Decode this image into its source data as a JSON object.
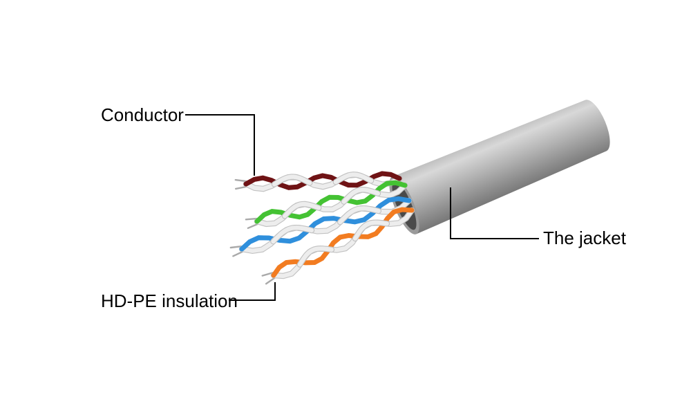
{
  "labels": {
    "conductor": "Conductor",
    "insulation": "HD-PE insulation",
    "jacket": "The jacket"
  },
  "colors": {
    "background": "#ffffff",
    "leader_line": "#000000",
    "jacket_top_edge": "#bdbdbd",
    "jacket_light": "#d8d8d8",
    "jacket_mid": "#b2b2b2",
    "jacket_dark": "#8a8a8a",
    "jacket_bottom": "#757575",
    "cut_face": "#9a9a9a",
    "opening": "#4a4a4a",
    "wire_white": "#ededed",
    "wire_white_edge": "#c2c2c2",
    "bare_tip": "#a9a9a9",
    "pair_brown": "#6f1315",
    "pair_green": "#44c233",
    "pair_blue": "#2f8fdc",
    "pair_orange": "#f27c21"
  },
  "pairs": [
    {
      "id": "brown",
      "name": "brown-white-twisted-pair",
      "color_key": "pair_brown"
    },
    {
      "id": "green",
      "name": "green-white-twisted-pair",
      "color_key": "pair_green"
    },
    {
      "id": "blue",
      "name": "blue-white-twisted-pair",
      "color_key": "pair_blue"
    },
    {
      "id": "orange",
      "name": "orange-white-twisted-pair",
      "color_key": "pair_orange"
    }
  ]
}
